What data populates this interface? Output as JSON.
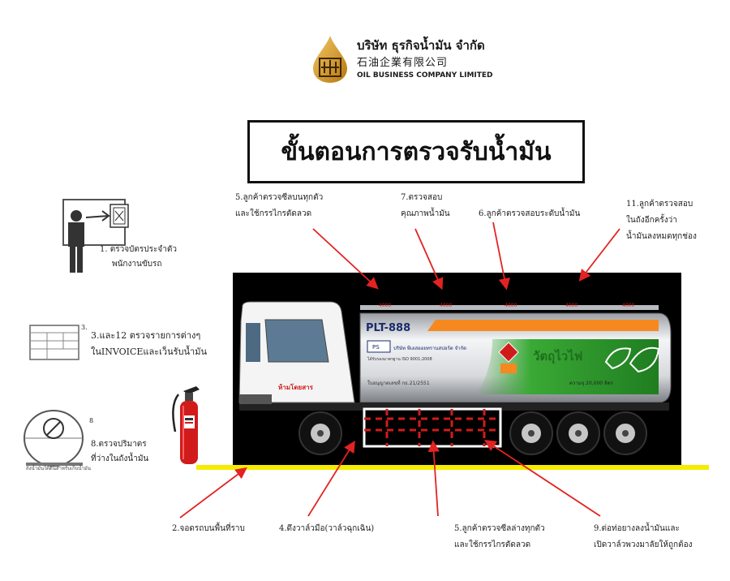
{
  "company": {
    "name_th": "บริษัท ธุรกิจน้ำมัน จำกัด",
    "name_cn": "石油企業有限公司",
    "name_en": "OIL BUSINESS COMPANY LIMITED"
  },
  "title": "ขั้นตอนการตรวจรับน้ำมัน",
  "steps": {
    "s1_a": "1. ตรวจบัตรประจำตัว",
    "s1_b": "พนักงานขับรถ",
    "s3_num": "3.",
    "s3_a": "3.และ12 ตรวจรายการต่างๆ",
    "s3_b": "ในINVOICEและเว็นรับน้ำมัน",
    "s8_num": "8",
    "s8_a": "8.ตรวจปริมาตร",
    "s8_b": "ที่ว่างในถังน้ำมัน",
    "tank_label": "ถังน้ำมันใต้ดินสำหรับเก็บน้ำมัน",
    "s5top_a": "5.ลูกค้าตรวจซีลบนทุกตัว",
    "s5top_b": "และใช้กรรไกรตัดลวด",
    "s7_a": "7.ตรวจสอบ",
    "s7_b": "คุณภาพน้ำมัน",
    "s6": "6.ลูกค้าตรวจสอบระดับน้ำมัน",
    "s11_a": "11.ลูกค้าตรวจสอบ",
    "s11_b": "ในถังอีกครั้งว่า",
    "s11_c": "น้ำมันลงหมดทุกช่อง",
    "s2": "2.จอดรถบนพื้นที่ราบ",
    "s4": "4.ดึงวาล์วมือ(วาล์วฉุกเฉิน)",
    "s5bot_a": "5.ลูกค้าตรวจซีลล่างทุกตัว",
    "s5bot_b": "และใช้กรรไกรตัดลวด",
    "s9_a": "9.ต่อท่อยางลงน้ำมันและ",
    "s9_b": "เปิดวาล์วพวงมาลัยให้ถูกต้อง"
  },
  "truck": {
    "plate": "PLT-888",
    "company_text": "บริษัท พีเอสออยทรานสปอร์ต จำกัด",
    "iso_text": "ได้รับรองมาตรฐาน ISO 9001:2008",
    "permit_text": "ใบอนุญาตเลขที่ กธ.21/2551",
    "capacity_text": "ความจุ 20,000 ลิตร",
    "hazard_text": "วัตถุไวไฟ",
    "cab_text": "ห้ามโดยสาร",
    "compartments": [
      "4000",
      "4000",
      "4000",
      "4000",
      "4000"
    ]
  },
  "colors": {
    "arrow": "#e32222",
    "ground": "#f5ec00",
    "orange": "#f5891f",
    "green": "#3aa935",
    "oil_gold": "#d79a1c"
  }
}
